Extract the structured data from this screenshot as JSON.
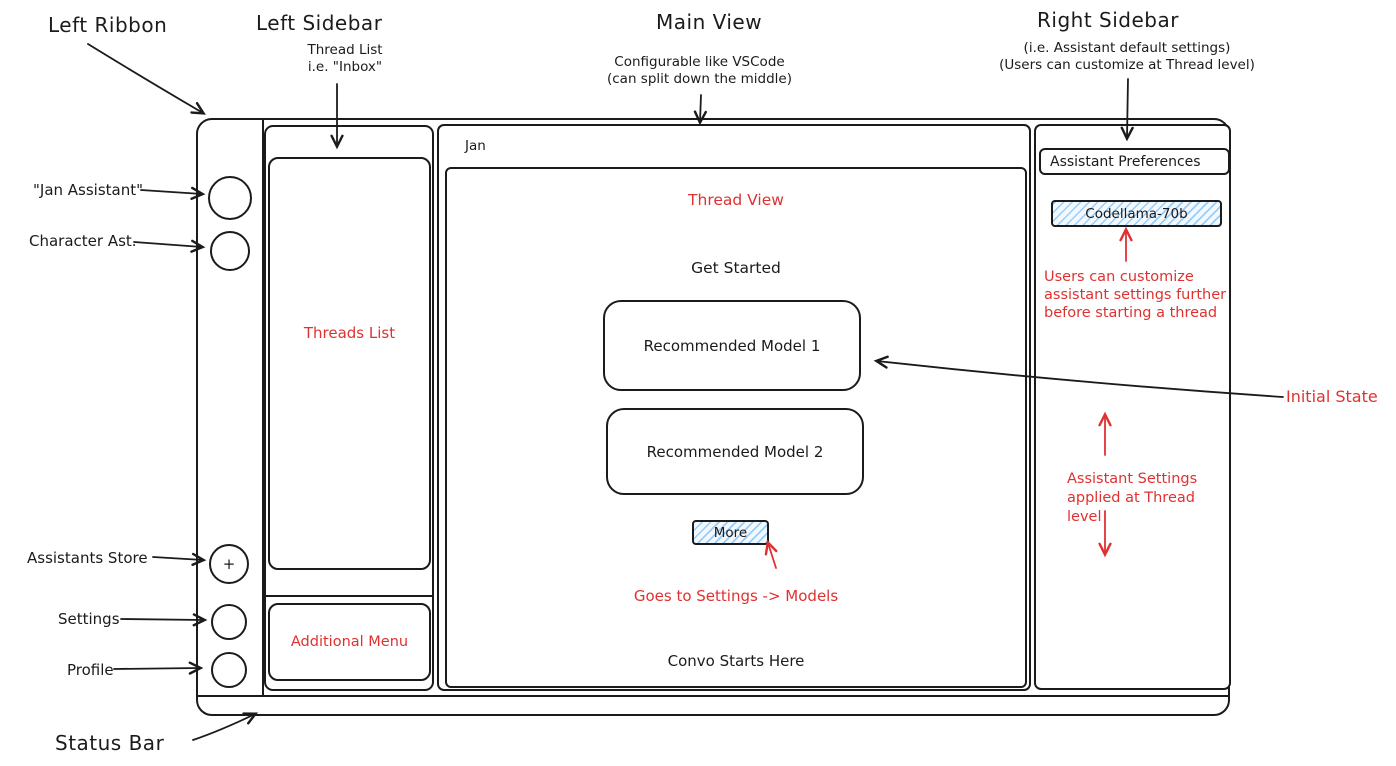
{
  "colors": {
    "ink": "#1b1b1b",
    "red": "#e03131",
    "hatch_blue": "#a5d8ff"
  },
  "annotations": {
    "left_ribbon": "Left Ribbon",
    "left_sidebar": "Left Sidebar",
    "left_sidebar_note": "Thread List\ni.e. \"Inbox\"",
    "main_view": "Main View",
    "main_view_note": "Configurable like VSCode\n(can split down the middle)",
    "right_sidebar": "Right Sidebar",
    "right_sidebar_note": "(i.e. Assistant default settings)\n(Users can customize at Thread level)",
    "jan_assistant": "\"Jan Assistant\"",
    "character_ast": "Character Ast.",
    "assistants_store": "Assistants Store",
    "settings": "Settings",
    "profile": "Profile",
    "status_bar": "Status Bar",
    "initial_state": "Initial State"
  },
  "window": {
    "title": "Jan",
    "ribbon": {
      "store_plus": "+"
    },
    "sidebar": {
      "threads_list": "Threads List",
      "additional_menu": "Additional Menu"
    },
    "main": {
      "thread_view": "Thread View",
      "get_started": "Get Started",
      "recommended_models": [
        "Recommended Model 1",
        "Recommended Model 2"
      ],
      "more": "More",
      "goes_to_note": "Goes to Settings -> Models",
      "convo_starts": "Convo Starts Here"
    },
    "right": {
      "header": "Assistant Preferences",
      "model_button": "Codellama-70b",
      "customize_note": "Users can customize\nassistant settings further\nbefore starting a thread",
      "thread_level_note": "Assistant Settings\napplied at Thread level"
    }
  }
}
